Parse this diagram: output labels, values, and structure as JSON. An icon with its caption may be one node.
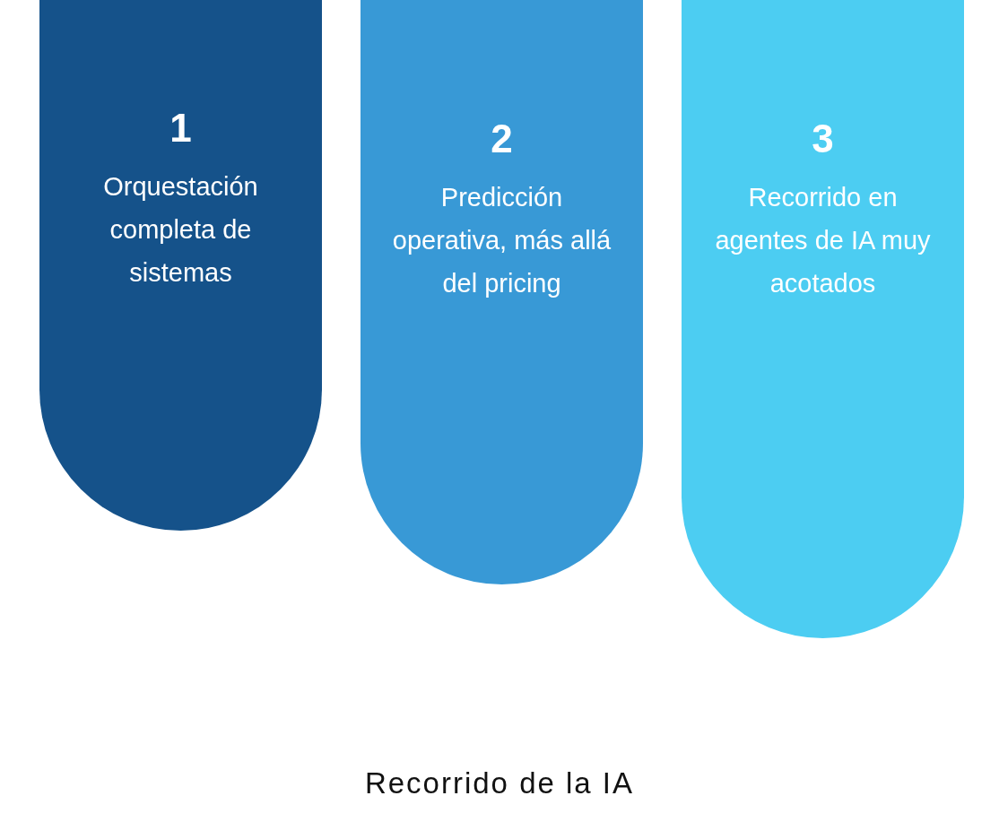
{
  "diagram": {
    "caption": "Recorrido de la IA",
    "nodes": [
      {
        "text": [
          "1",
          "Orquestación completa de sistemas"
        ]
      },
      {
        "text": [
          "2",
          "Predicción operativa, más allá del pricing"
        ]
      },
      {
        "text": [
          "3",
          "Recorrido en agentes de IA muy acotados"
        ]
      }
    ],
    "edges": []
  }
}
